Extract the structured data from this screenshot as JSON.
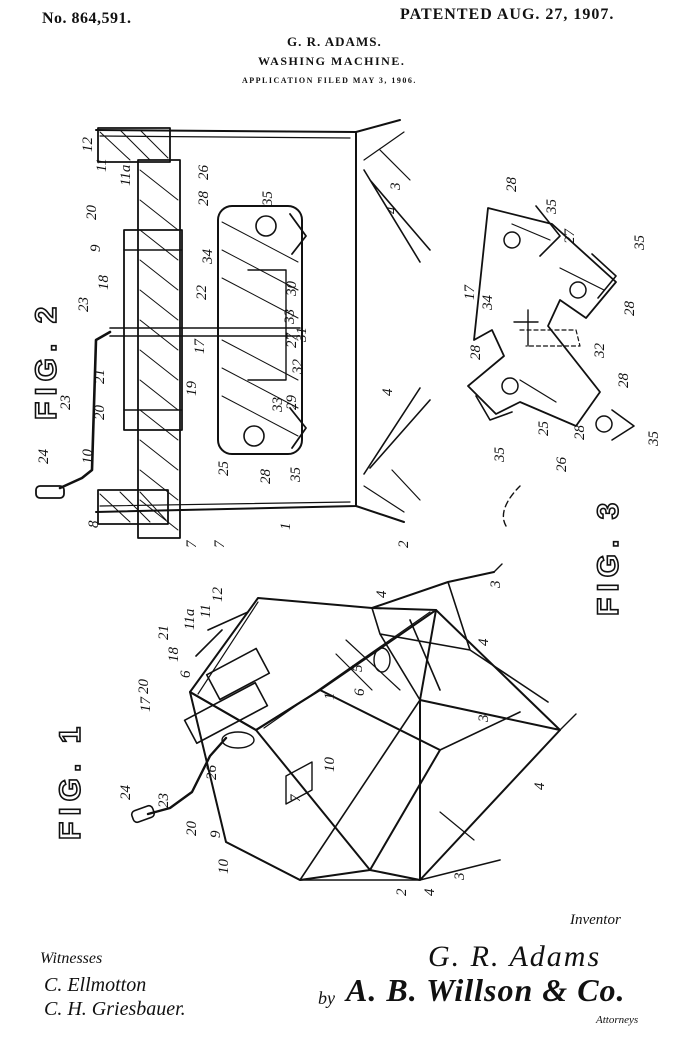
{
  "header": {
    "patent_no": "No. 864,591.",
    "patented": "PATENTED AUG. 27, 1907.",
    "inventor_name": "G. R. ADAMS.",
    "title": "WASHING MACHINE.",
    "filed": "APPLICATION FILED MAY 3, 1906."
  },
  "figures": {
    "fig1": "FIG. 1",
    "fig2": "FIG. 2",
    "fig3": "FIG. 3"
  },
  "footer": {
    "inventor_label": "Inventor",
    "inventor_signature": "G. R. Adams",
    "witnesses_label": "Witnesses",
    "witness_1": "C. Ellmotton",
    "witness_2": "C. H. Griesbauer.",
    "by_label": "by",
    "attorney_signature": "A. B. Willson & Co.",
    "attorneys_label": "Attorneys"
  },
  "reference_numerals": {
    "fig2": [
      "12",
      "11",
      "11a",
      "20",
      "9",
      "18",
      "23",
      "23",
      "21",
      "20",
      "24",
      "10",
      "8",
      "7",
      "1",
      "26",
      "28",
      "35",
      "34",
      "22",
      "30",
      "33",
      "31",
      "17",
      "19",
      "32",
      "27",
      "29",
      "33",
      "25",
      "28",
      "35",
      "4",
      "3",
      "4",
      "2",
      "7"
    ],
    "fig3": [
      "28",
      "35",
      "27",
      "35",
      "17",
      "34",
      "28",
      "28",
      "32",
      "28",
      "35",
      "25",
      "26",
      "28",
      "35"
    ],
    "fig1": [
      "12",
      "11",
      "11a",
      "21",
      "18",
      "6",
      "20",
      "17",
      "23",
      "24",
      "26",
      "20",
      "9",
      "10",
      "1",
      "10",
      "7",
      "5",
      "6",
      "3",
      "4",
      "4",
      "3",
      "4",
      "2",
      "4",
      "3"
    ]
  }
}
